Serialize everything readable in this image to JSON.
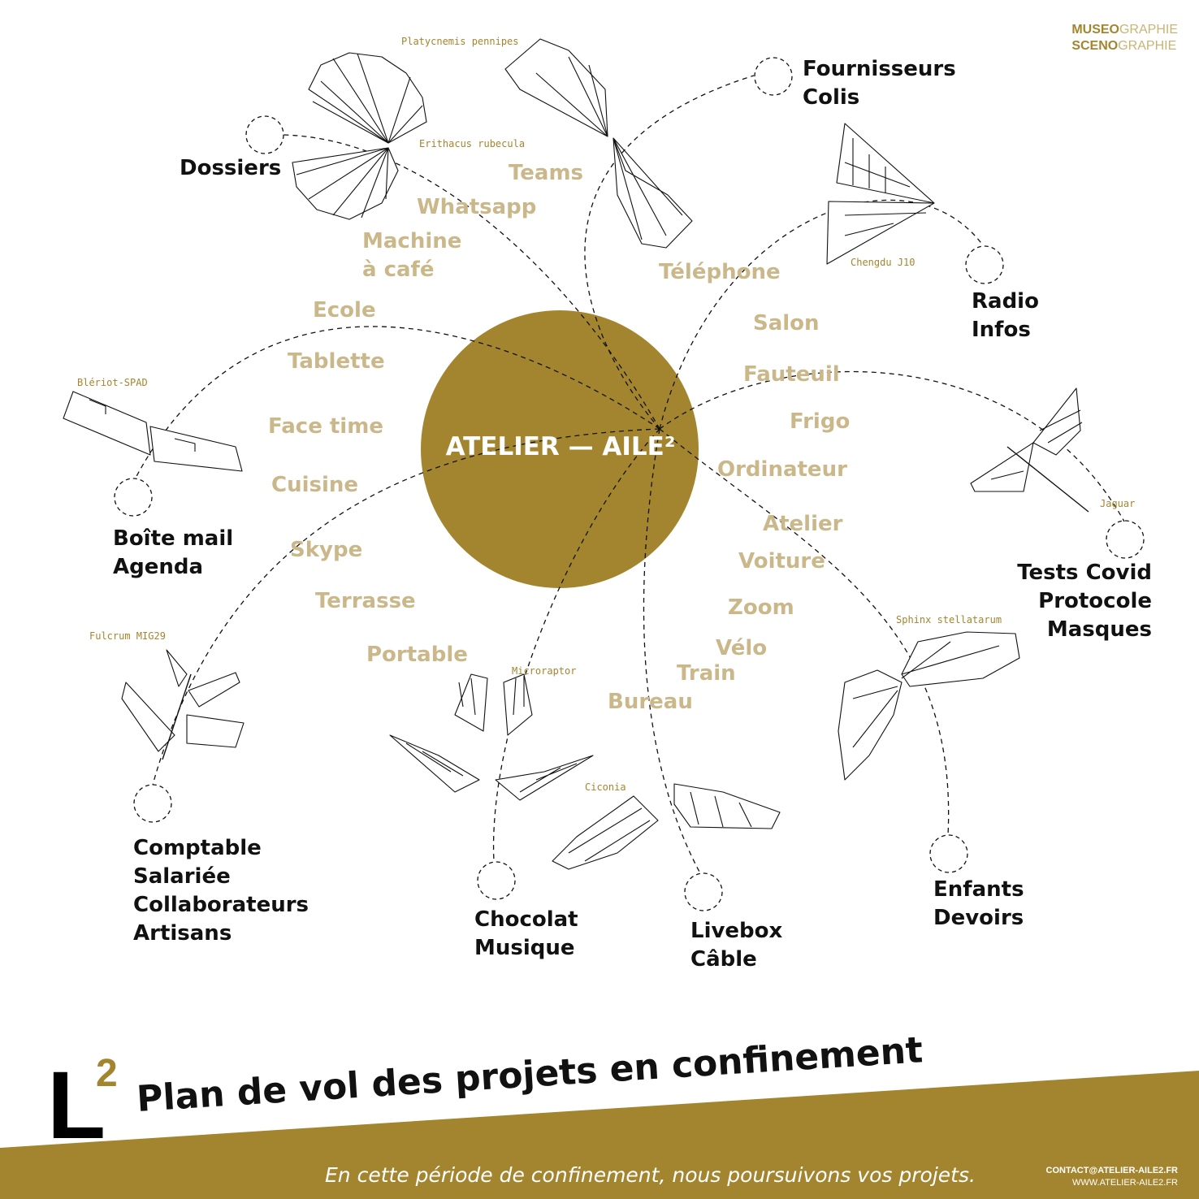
{
  "brand": {
    "line1_bold": "MUSEO",
    "line1_light": "GRAPHIE",
    "line2_bold": "SCENO",
    "line2_light": "GRAPHIE"
  },
  "center": {
    "label": "ATELIER — AILE²"
  },
  "colors": {
    "gold": "#a4852f",
    "gold_light": "#cbb88a",
    "ink": "#111111"
  },
  "nodes": [
    {
      "id": "dossiers",
      "lines": [
        "Dossiers"
      ]
    },
    {
      "id": "fournisseurs",
      "lines": [
        "Fournisseurs",
        "Colis"
      ]
    },
    {
      "id": "radio",
      "lines": [
        "Radio",
        "Infos"
      ]
    },
    {
      "id": "tests",
      "lines": [
        "Tests Covid",
        "Protocole",
        "Masques"
      ]
    },
    {
      "id": "enfants",
      "lines": [
        "Enfants",
        "Devoirs"
      ]
    },
    {
      "id": "livebox",
      "lines": [
        "Livebox",
        "Câble"
      ]
    },
    {
      "id": "chocolat",
      "lines": [
        "Chocolat",
        "Musique"
      ]
    },
    {
      "id": "comptable",
      "lines": [
        "Comptable",
        "Salariée",
        "Collaborateurs",
        "Artisans"
      ]
    },
    {
      "id": "boite",
      "lines": [
        "Boîte mail",
        "Agenda"
      ]
    }
  ],
  "words": [
    "Teams",
    "Whatsapp",
    "Machine",
    "à café",
    "Ecole",
    "Tablette",
    "Face time",
    "Cuisine",
    "Skype",
    "Terrasse",
    "Portable",
    "Téléphone",
    "Salon",
    "Fauteuil",
    "Frigo",
    "Ordinateur",
    "Atelier",
    "Voiture",
    "Zoom",
    "Vélo",
    "Train",
    "Bureau"
  ],
  "species": [
    {
      "id": "platycnemis",
      "name": "Platycnemis pennipes",
      "icon": "dragonfly-icon"
    },
    {
      "id": "erithacus",
      "name": "Erithacus rubecula",
      "icon": "robin-icon"
    },
    {
      "id": "chengdu",
      "name": "Chengdu  J10",
      "icon": "fighter-jet-icon"
    },
    {
      "id": "bleriot",
      "name": "Blériot-SPAD",
      "icon": "biplane-wing-icon"
    },
    {
      "id": "jaguar",
      "name": "Jaguar",
      "icon": "jet-icon"
    },
    {
      "id": "fulcrum",
      "name": "Fulcrum MIG29",
      "icon": "jet-icon"
    },
    {
      "id": "sphinx",
      "name": "Sphinx stellatarum",
      "icon": "moth-icon"
    },
    {
      "id": "microraptor",
      "name": "Microraptor",
      "icon": "microraptor-icon"
    },
    {
      "id": "ciconia",
      "name": "Ciconia",
      "icon": "stork-icon"
    }
  ],
  "footer": {
    "logo_letter": "L",
    "logo_sup": "2",
    "title": "Plan de vol des projets en confinement",
    "tagline": "En cette période de confinement, nous poursuivons vos projets.",
    "contact_email": "CONTACT@ATELIER-AILE2.FR",
    "contact_web": "WWW.ATELIER-AILE2.FR"
  }
}
